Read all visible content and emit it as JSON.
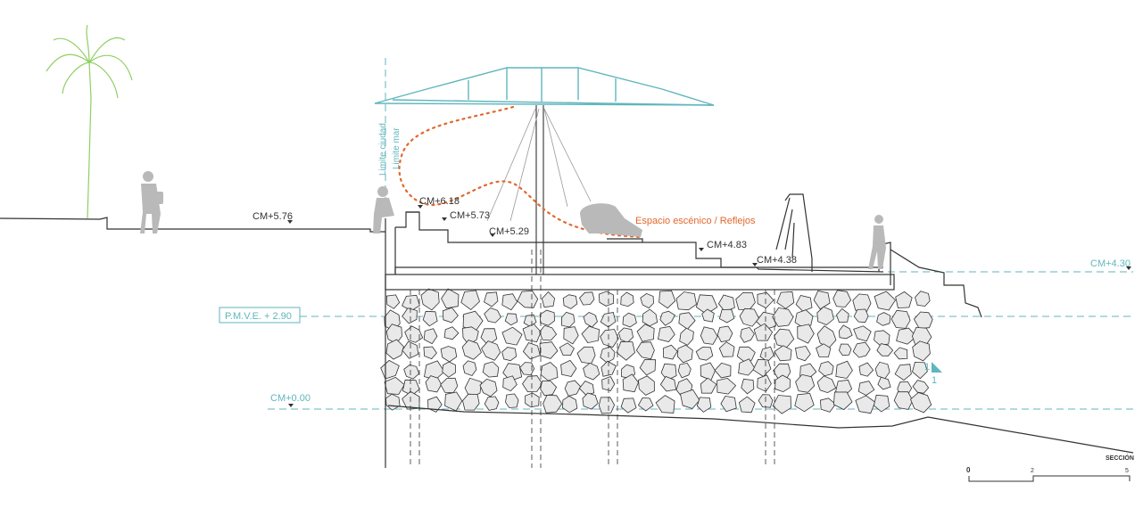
{
  "title": "SECCIÓN",
  "colors": {
    "teal": "#5fb6bd",
    "orange": "#e0682e",
    "line": "#333333",
    "stone_fill": "#e9e9e9",
    "figure": "#b9b9b9",
    "palm": "#8fcf63"
  },
  "icons": [
    "palm-tree-icon",
    "person-icon",
    "level-marker-icon",
    "slope-icon"
  ],
  "labels": {
    "limite_ciudad": "Limite ciudad",
    "limite_mar": "Limite mar",
    "espacio": "Espacio escénico / Reflejos",
    "pmve": "P.M.V.E. + 2.90",
    "cm_000": "CM+0.00",
    "cm_430": "CM+4.30",
    "cm_438": "CM+4.38",
    "cm_483": "CM+4.83",
    "cm_529": "CM+5.29",
    "cm_573": "CM+5.73",
    "cm_576": "CM+5.76",
    "cm_618": "CM+6.18"
  },
  "slope": {
    "rise": "1",
    "run": "1"
  },
  "scale": {
    "ticks": [
      "0",
      "2",
      "5"
    ]
  }
}
